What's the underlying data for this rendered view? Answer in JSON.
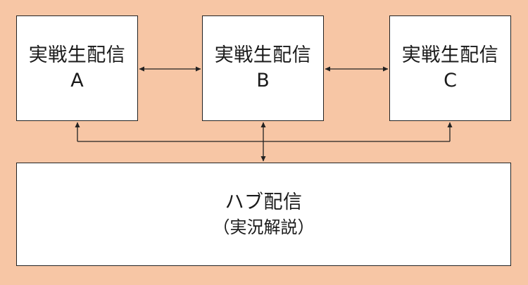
{
  "colors": {
    "background": "#f7c6a5",
    "box_fill": "#ffffff",
    "stroke": "#222222"
  },
  "nodes": {
    "a": {
      "line1": "実戦生配信",
      "line2": "A"
    },
    "b": {
      "line1": "実戦生配信",
      "line2": "B"
    },
    "c": {
      "line1": "実戦生配信",
      "line2": "C"
    },
    "hub": {
      "line1": "ハブ配信",
      "line2": "（実況解説）"
    }
  }
}
